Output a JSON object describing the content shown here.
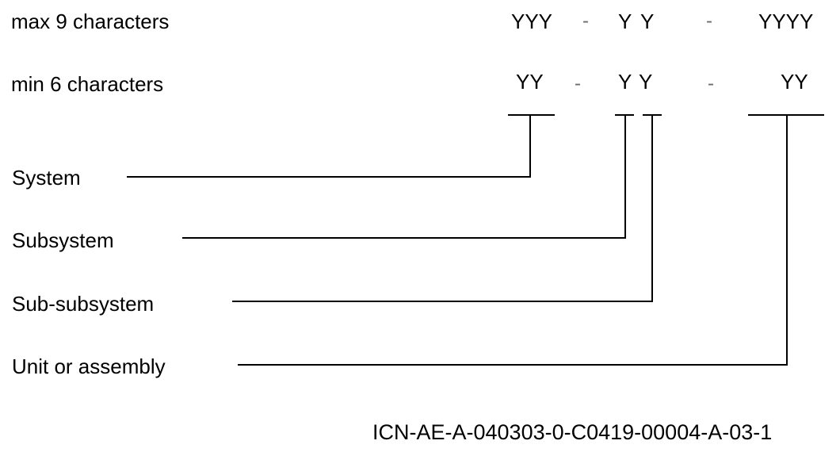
{
  "rows": {
    "max": {
      "label": "max 9 characters",
      "seg1": "YYY",
      "sep1": "-",
      "seg2a": "Y",
      "seg2b": "Y",
      "sep2": "-",
      "seg3": "YYYY"
    },
    "min": {
      "label": "min 6 characters",
      "seg1": "YY",
      "sep1": "-",
      "seg2a": "Y",
      "seg2b": "Y",
      "sep2": "-",
      "seg3": "YY"
    }
  },
  "levels": {
    "system": "System",
    "subsystem": "Subsystem",
    "subsubsystem": "Sub-subsystem",
    "unit": "Unit or assembly"
  },
  "icn": "ICN-AE-A-040303-0-C0419-00004-A-03-1",
  "colors": {
    "line": "#000000",
    "text": "#000000",
    "separator": "#6b6b6b"
  }
}
